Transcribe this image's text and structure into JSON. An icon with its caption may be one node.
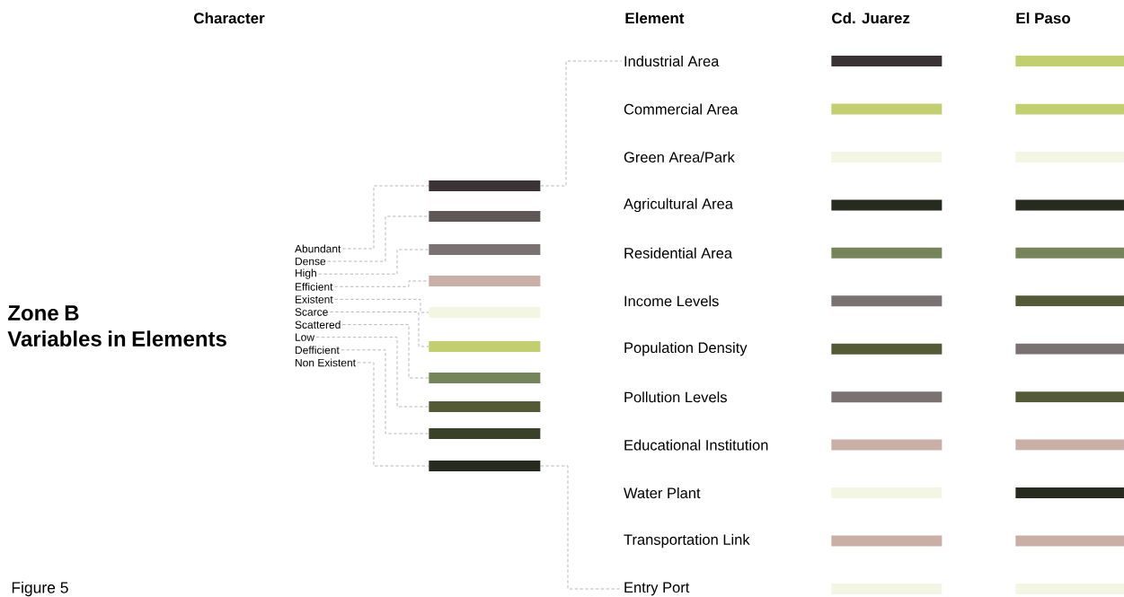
{
  "diagram": {
    "title": "Zone B Variables in Elements",
    "caption": "Figure 5",
    "nodes": [
      {
        "text": [
          "Abundant"
        ]
      },
      {
        "text": [
          "Dense"
        ]
      },
      {
        "text": [
          "High"
        ]
      },
      {
        "text": [
          "Efficient"
        ]
      },
      {
        "text": [
          "Existent"
        ]
      },
      {
        "text": [
          "Scarce"
        ]
      },
      {
        "text": [
          "Scattered"
        ]
      },
      {
        "text": [
          "Low"
        ]
      },
      {
        "text": [
          "Defficient"
        ]
      },
      {
        "text": [
          "Non Existent"
        ]
      },
      {
        "text": [],
        "shape": "bar"
      },
      {
        "text": [],
        "shape": "bar"
      },
      {
        "text": [],
        "shape": "bar"
      },
      {
        "text": [],
        "shape": "bar"
      },
      {
        "text": [],
        "shape": "bar"
      },
      {
        "text": [],
        "shape": "bar"
      },
      {
        "text": [],
        "shape": "bar"
      },
      {
        "text": [],
        "shape": "bar"
      },
      {
        "text": [],
        "shape": "bar"
      },
      {
        "text": [],
        "shape": "bar"
      },
      {
        "text": [
          "Industrial Area"
        ]
      },
      {
        "text": [
          "Commercial Area"
        ]
      },
      {
        "text": [
          "Green Area/Park"
        ]
      },
      {
        "text": [
          "Agricultural Area"
        ]
      },
      {
        "text": [
          "Residential Area"
        ]
      },
      {
        "text": [
          "Income Levels"
        ]
      },
      {
        "text": [
          "Population Density"
        ]
      },
      {
        "text": [
          "Pollution  Levels"
        ]
      },
      {
        "text": [
          "Educational Institution"
        ]
      },
      {
        "text": [
          "Water Plant"
        ]
      },
      {
        "text": [
          "Transportation Link"
        ]
      },
      {
        "text": [
          "Entry Port"
        ]
      },
      {
        "text": [],
        "shape": "bar"
      },
      {
        "text": [],
        "shape": "bar"
      },
      {
        "text": [],
        "shape": "bar"
      },
      {
        "text": [],
        "shape": "bar"
      },
      {
        "text": [],
        "shape": "bar"
      },
      {
        "text": [],
        "shape": "bar"
      },
      {
        "text": [],
        "shape": "bar"
      },
      {
        "text": [],
        "shape": "bar"
      },
      {
        "text": [],
        "shape": "bar"
      },
      {
        "text": [],
        "shape": "bar"
      },
      {
        "text": [],
        "shape": "bar"
      },
      {
        "text": [],
        "shape": "bar"
      },
      {
        "text": [],
        "shape": "bar"
      },
      {
        "text": [],
        "shape": "bar"
      },
      {
        "text": [],
        "shape": "bar"
      },
      {
        "text": [],
        "shape": "bar"
      },
      {
        "text": [],
        "shape": "bar"
      },
      {
        "text": [],
        "shape": "bar"
      },
      {
        "text": [],
        "shape": "bar"
      },
      {
        "text": [],
        "shape": "bar"
      },
      {
        "text": [],
        "shape": "bar"
      },
      {
        "text": [],
        "shape": "bar"
      },
      {
        "text": [],
        "shape": "bar"
      },
      {
        "text": [],
        "shape": "bar"
      }
    ],
    "edges": [
      {
        "from": 0,
        "to": 10,
        "arrow": "none",
        "style": "dashed"
      },
      {
        "from": 1,
        "to": 11,
        "arrow": "none",
        "style": "dashed"
      },
      {
        "from": 2,
        "to": 12,
        "arrow": "none",
        "style": "dashed"
      },
      {
        "from": 3,
        "to": 13,
        "arrow": "none",
        "style": "dashed"
      },
      {
        "from": 4,
        "to": 14,
        "arrow": "none",
        "style": "dashed"
      },
      {
        "from": 5,
        "to": 15,
        "arrow": "none",
        "style": "dashed"
      },
      {
        "from": 6,
        "to": 16,
        "arrow": "none",
        "style": "dashed"
      },
      {
        "from": 7,
        "to": 17,
        "arrow": "none",
        "style": "dashed"
      },
      {
        "from": 8,
        "to": 18,
        "arrow": "none",
        "style": "dashed"
      },
      {
        "from": 9,
        "to": 19,
        "arrow": "none",
        "style": "dashed"
      },
      {
        "from": 10,
        "to": 20,
        "arrow": "none",
        "style": "dashed"
      },
      {
        "from": 19,
        "to": 31,
        "arrow": "none",
        "style": "dashed"
      }
    ],
    "labels": [
      "Character",
      "Element",
      "Cd. Juarez",
      "El Paso"
    ]
  }
}
